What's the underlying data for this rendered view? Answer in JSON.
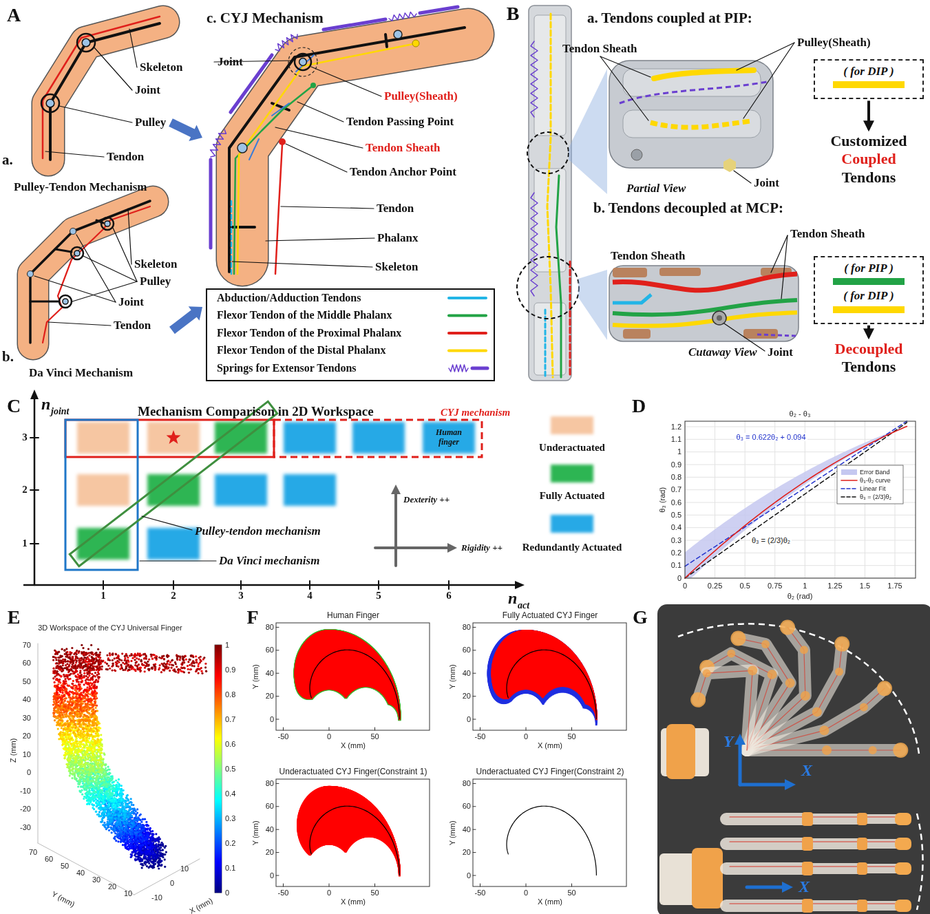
{
  "diagram": {
    "nodes": [
      {
        "text": [
          "( for DIP )"
        ]
      },
      {
        "text": [
          "Customized",
          "Coupled",
          "Tendons"
        ]
      },
      {
        "text": [
          "( for PIP )",
          "( for DIP )"
        ]
      },
      {
        "text": [
          "Decoupled",
          "Tendons"
        ]
      }
    ],
    "edges": [
      {
        "from": 0,
        "to": 1,
        "arrow": "to"
      },
      {
        "from": 2,
        "to": 3,
        "arrow": "to"
      }
    ],
    "labels": [
      "A",
      "Skeleton",
      "Joint",
      "Pulley",
      "Tendon",
      "a.",
      "Pulley-Tendon Mechanism",
      "Skeleton",
      "Pulley",
      "Joint",
      "Tendon",
      "b.",
      "Da Vinci Mechanism",
      "c. CYJ Mechanism",
      "Joint",
      "Pulley(Sheath)",
      "Tendon Passing Point",
      "Tendon Sheath",
      "Tendon Anchor Point",
      "Tendon",
      "Phalanx",
      "Skeleton",
      "B",
      "a. Tendons coupled at PIP:",
      "Tendon Sheath",
      "Pulley(Sheath)",
      "Partial View",
      "Joint",
      "b. Tendons decoupled at MCP:",
      "Tendon Sheath",
      "Tendon Sheath",
      "Cutaway View",
      "Joint",
      "C",
      "n",
      "joint",
      "Mechanism Comparison in 2D Workspace",
      "CYJ mechanism",
      "Human finger",
      "Pulley-tendon mechanism",
      "Da Vinci mechanism",
      "Dexterity ++",
      "Rigidity ++",
      "3",
      "2",
      "1",
      "1",
      "2",
      "3",
      "4",
      "5",
      "6",
      "n",
      "act",
      "D",
      "θ₂ - θ₃",
      "θ₃ = 0.622θ₂ + 0.094",
      "θ₃ = (2/3)θ₂",
      "θ₂ (rad)",
      "θ₃ (rad)",
      "0",
      "0.1",
      "0.2",
      "0.3",
      "0.4",
      "0.5",
      "0.6",
      "0.7",
      "0.8",
      "0.9",
      "1",
      "1.1",
      "1.2",
      "0",
      "0.25",
      "0.5",
      "0.75",
      "1",
      "1.25",
      "1.5",
      "1.75",
      "E",
      "3D Workspace of the CYJ Universal Finger",
      "Z (mm)",
      "Y (mm)",
      "X (mm)",
      "70",
      "60",
      "50",
      "40",
      "30",
      "20",
      "10",
      "0",
      "-10",
      "-20",
      "-30",
      "70",
      "60",
      "50",
      "40",
      "30",
      "20",
      "10",
      "10",
      "0",
      "-10",
      "1",
      "0.9",
      "0.8",
      "0.7",
      "0.6",
      "0.5",
      "0.4",
      "0.3",
      "0.2",
      "0.1",
      "0",
      "F",
      "Human Finger",
      "Y (mm)",
      "X (mm)",
      "80",
      "60",
      "40",
      "20",
      "0",
      "-50",
      "0",
      "50",
      "Fully Actuated CYJ Finger",
      "Y (mm)",
      "X (mm)",
      "80",
      "60",
      "40",
      "20",
      "0",
      "-50",
      "0",
      "50",
      "Underactuated CYJ Finger(Constraint 1)",
      "Y (mm)",
      "X (mm)",
      "80",
      "60",
      "40",
      "20",
      "0",
      "-50",
      "0",
      "50",
      "Underactuated CYJ Finger(Constraint 2)",
      "Y (mm)",
      "X (mm)",
      "80",
      "60",
      "40",
      "20",
      "0",
      "-50",
      "0",
      "50",
      "G",
      "Y",
      "X",
      "X"
    ],
    "legend": [
      {
        "text": "Abduction/Adduction Tendons"
      },
      {
        "text": "Flexor Tendon of the Middle Phalanx"
      },
      {
        "text": "Flexor Tendon of the Proximal Phalanx"
      },
      {
        "text": "Flexor Tendon of the Distal Phalanx"
      },
      {
        "text": "Springs for Extensor Tendons"
      },
      {
        "text": "Underactuated",
        "color": "#f6c6a2"
      },
      {
        "text": "Fully Actuated",
        "color": "#2db553"
      },
      {
        "text": "Redundantly Actuated",
        "color": "#27a9e6"
      },
      {
        "text": "Error Band",
        "color": "#c5c8f0"
      },
      {
        "text": "θ₃-θ₂ curve"
      },
      {
        "text": "Linear Fit"
      },
      {
        "text": "θ₃ = (2/3)θ₂"
      }
    ]
  }
}
